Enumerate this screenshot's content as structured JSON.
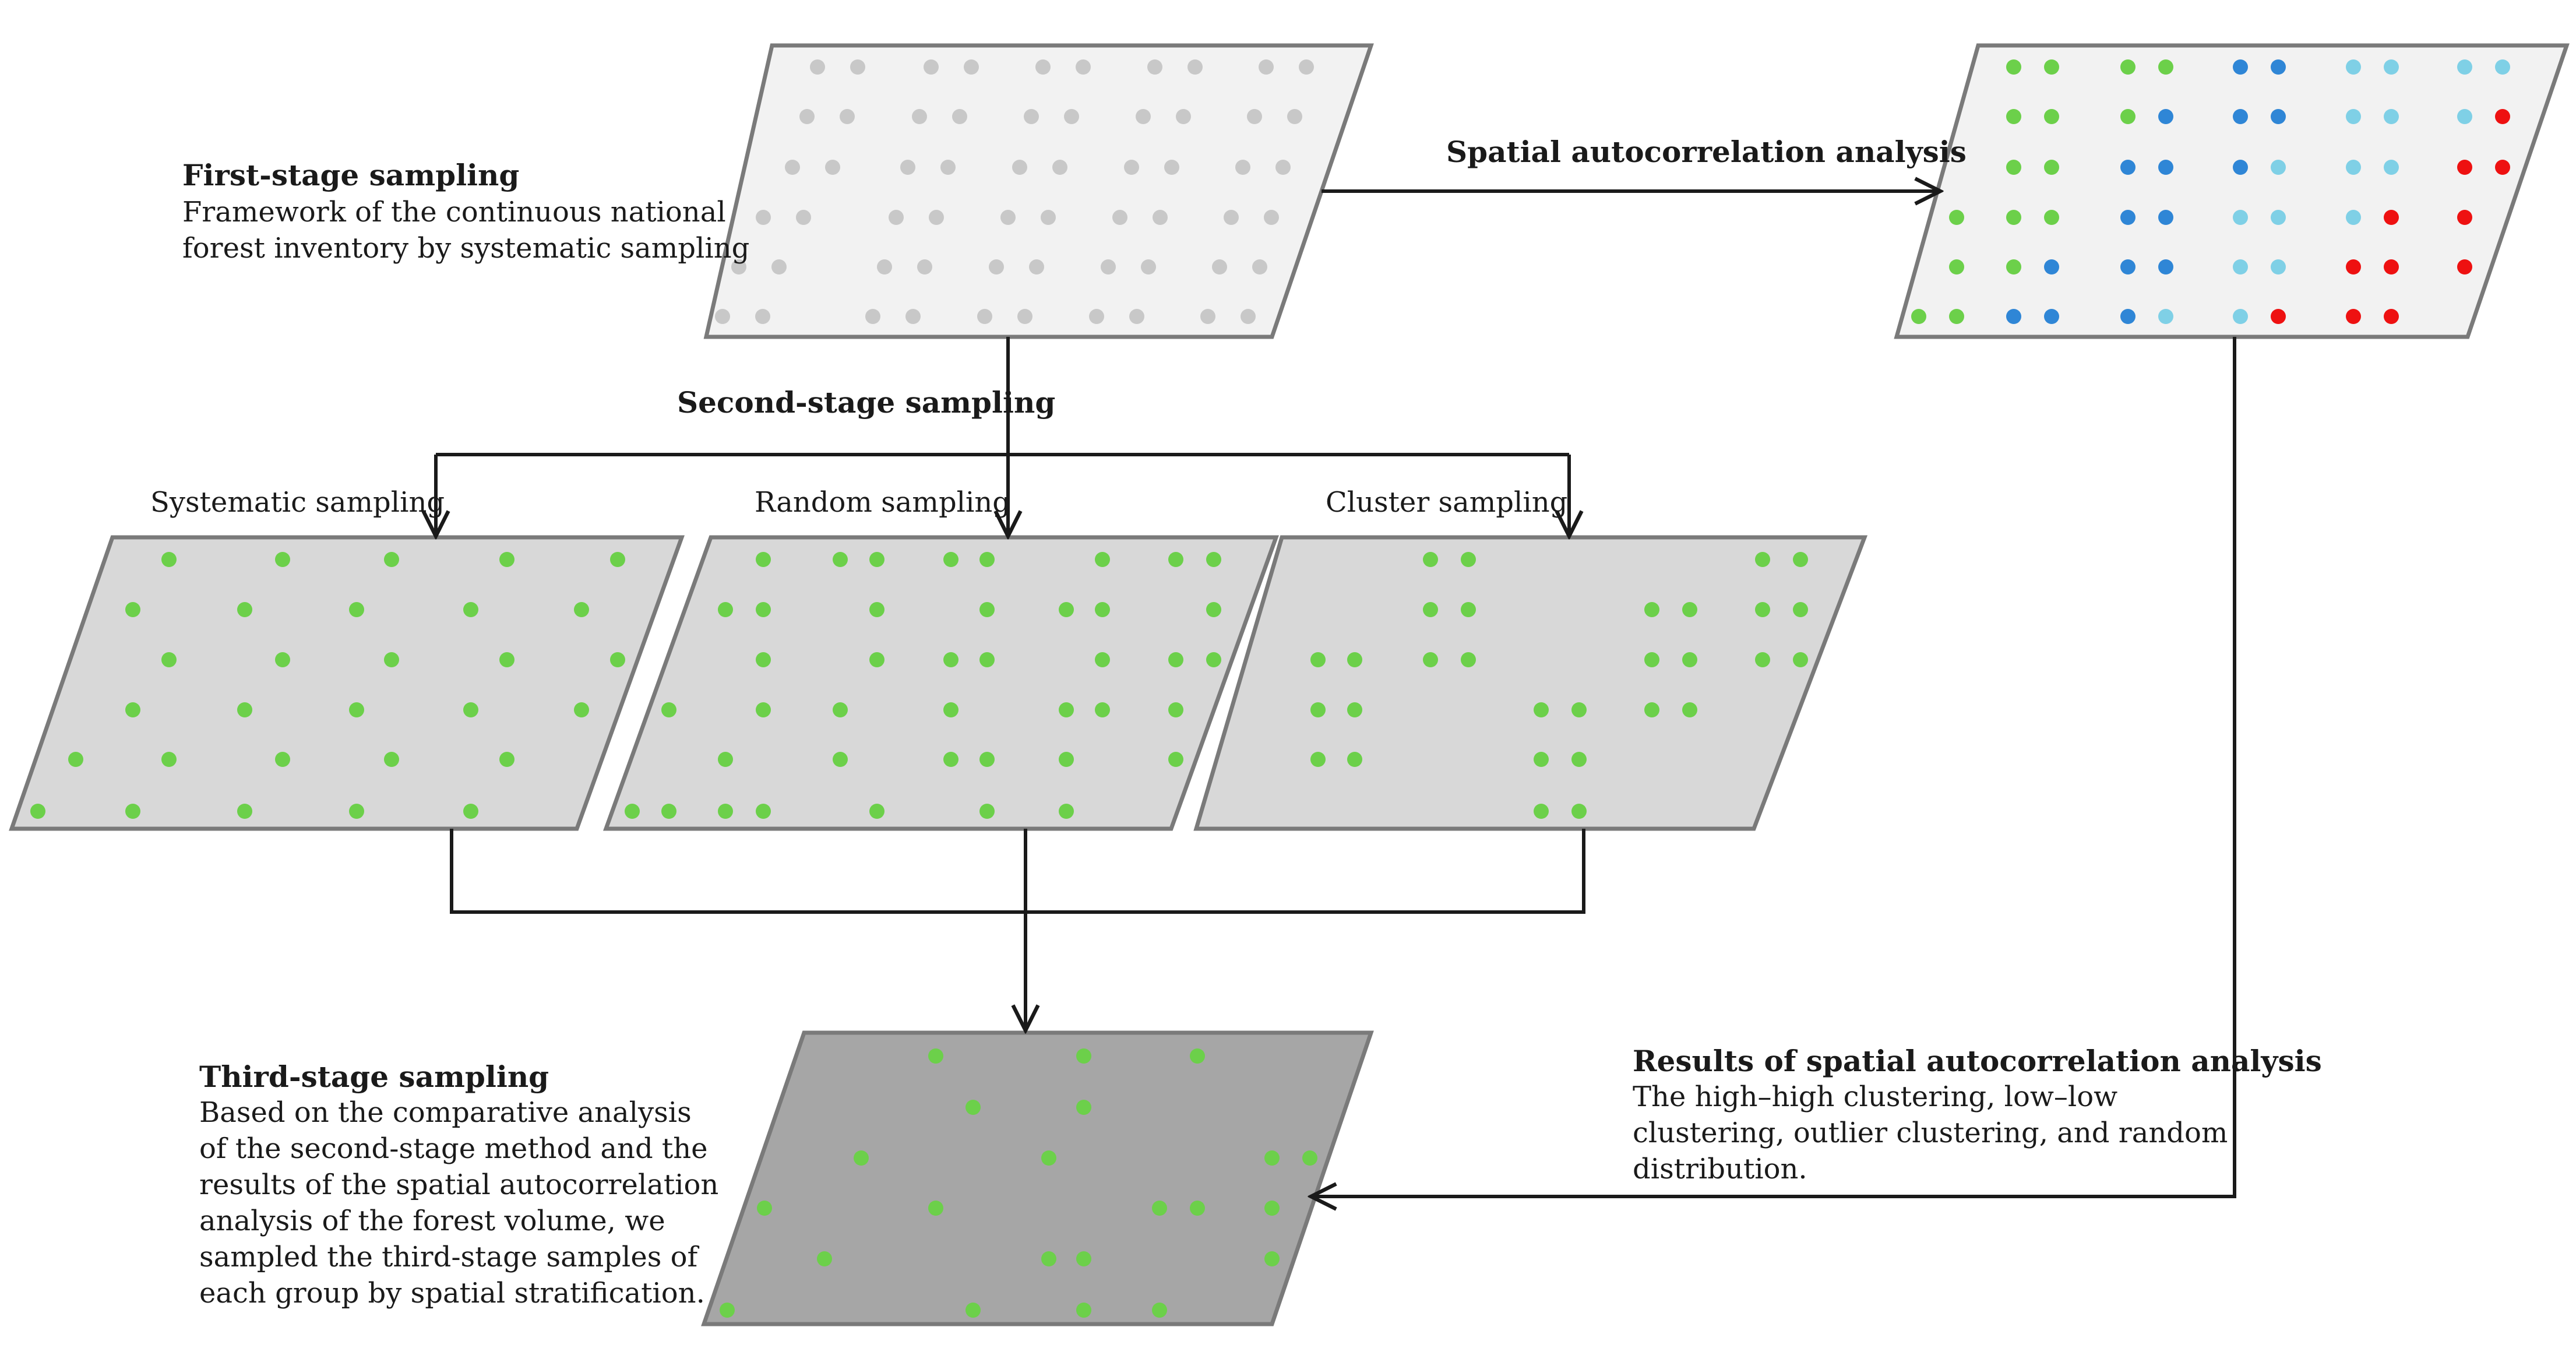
{
  "stage1": {
    "title": "First-stage sampling",
    "desc_lines": [
      "Framework of the continuous national",
      "forest inventory by systematic sampling"
    ]
  },
  "spatial_autocorrelation": {
    "title": "Spatial autocorrelation analysis"
  },
  "stage2": {
    "title": "Second-stage sampling",
    "methods": [
      "Systematic sampling",
      "Random sampling",
      "Cluster sampling"
    ]
  },
  "stage3": {
    "title": "Third-stage sampling",
    "desc_lines": [
      "Based on the comparative analysis",
      "of the second-stage method and the",
      "results of the spatial autocorrelation",
      "analysis of the forest volume, we",
      "sampled the third-stage samples of",
      "each group by spatial stratification."
    ]
  },
  "results": {
    "title": "Results of spatial autocorrelation analysis",
    "desc_lines": [
      "The high–high clustering, low–low",
      "clustering, outlier clustering, and random",
      "distribution."
    ]
  },
  "colors": {
    "grey_dot": "#c8c8c8",
    "green_dot": "#6cd04a",
    "dark_blue_dot": "#2f86d6",
    "light_blue_dot": "#7fd0e6",
    "red_dot": "#ee1111",
    "panel_fill_stage1": "#f2f2f2",
    "panel_fill_stage2": "#d8d8d8",
    "panel_fill_stage3": "#a6a6a6",
    "panel_stroke": "#7a7a7a"
  }
}
